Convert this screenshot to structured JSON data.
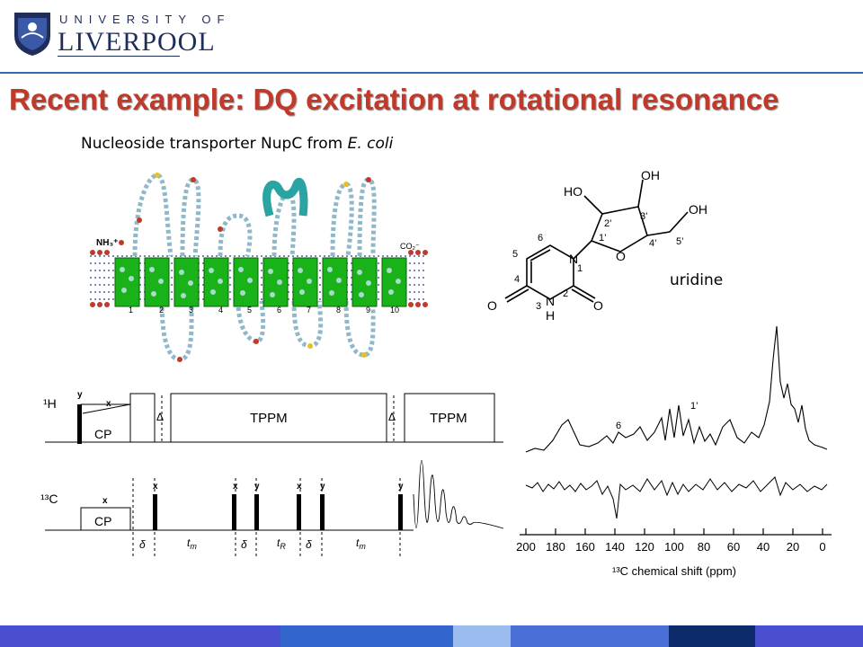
{
  "header": {
    "university_top": "UNIVERSITY OF",
    "university_main": "LIVERPOOL"
  },
  "title": "Recent example: DQ excitation at rotational resonance",
  "subtitle": {
    "prefix": "Nucleoside transporter NupC from ",
    "species": "E. coli"
  },
  "topology": {
    "nh3_label": "NH₃⁺",
    "co2_label": "CO₂⁻",
    "helix_numbers": [
      "1",
      "2",
      "3",
      "4",
      "5",
      "6",
      "7",
      "8",
      "9",
      "10"
    ]
  },
  "molecule": {
    "name": "uridine",
    "atoms": {
      "oh_top": "OH",
      "ho_left": "HO",
      "oh_right": "OH",
      "o_ring": "O",
      "o_left": "O",
      "o_right": "O",
      "n1": "N",
      "n3": "N",
      "h": "H",
      "num1": "1",
      "num2": "2",
      "num3": "3",
      "num4": "4",
      "num5": "5",
      "num6": "6",
      "p1": "1’",
      "p2": "2’",
      "p3": "3’",
      "p4": "4’",
      "p5": "5’"
    }
  },
  "pulse_sequence": {
    "h_channel": "¹H",
    "c_channel": "¹³C",
    "cp": "CP",
    "tppm": "TPPM",
    "delta_cap": "Δ",
    "delta_small": "δ",
    "phase_x": "x",
    "phase_y": "y",
    "tm": "t",
    "tm_sub": "m",
    "tr": "t",
    "tr_sub": "R"
  },
  "spectrum": {
    "peak_6": "6",
    "peak_1p": "1’",
    "xlabel": "¹³C chemical shift (ppm)",
    "ticks": [
      "200",
      "180",
      "160",
      "140",
      "120",
      "100",
      "80",
      "60",
      "40",
      "20",
      "0"
    ]
  },
  "colors": {
    "title": "#c0392b",
    "helix": "#19b319",
    "accent_blue": "#2f6fb0",
    "footer": [
      "#4a4fd0",
      "#3366cc",
      "#9bbcee",
      "#4a6fd6",
      "#0d2b6b",
      "#4a4fd0"
    ]
  }
}
